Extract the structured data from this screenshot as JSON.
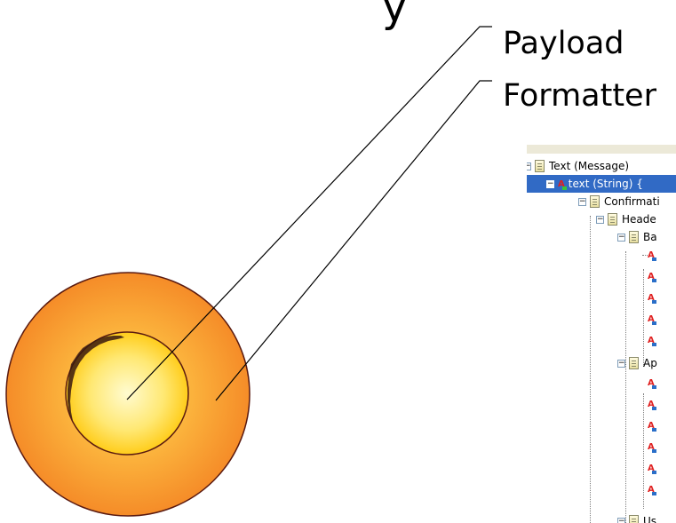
{
  "title_fragment": "y",
  "labels": {
    "payload": "Payload",
    "formatter": "Formatter"
  },
  "colors": {
    "outer_edge": "#f58c28",
    "outer_mid": "#fbb03b",
    "inner_center": "#fffbd0",
    "inner_edge": "#ffcc1a",
    "stroke": "#5a1a10",
    "selection": "#316ac5"
  },
  "tree": {
    "rows": [
      {
        "text": "Text (Message)",
        "icon": "document-icon"
      },
      {
        "text": "text (String) {",
        "icon": "attribute-icon",
        "selected": true
      },
      {
        "text": "Confirmati",
        "icon": "document-icon"
      },
      {
        "text": "Heade",
        "icon": "document-icon"
      },
      {
        "text": "Ba",
        "icon": "document-icon"
      },
      {
        "text": "",
        "icon": "attribute-icon"
      },
      {
        "text": "",
        "icon": "attribute-icon"
      },
      {
        "text": "",
        "icon": "attribute-icon"
      },
      {
        "text": "",
        "icon": "attribute-icon"
      },
      {
        "text": "",
        "icon": "attribute-icon"
      },
      {
        "text": "Ap",
        "icon": "document-icon"
      },
      {
        "text": "",
        "icon": "attribute-icon"
      },
      {
        "text": "",
        "icon": "attribute-icon"
      },
      {
        "text": "",
        "icon": "attribute-icon"
      },
      {
        "text": "",
        "icon": "attribute-icon"
      },
      {
        "text": "",
        "icon": "attribute-icon"
      },
      {
        "text": "",
        "icon": "attribute-icon"
      },
      {
        "text": "Us",
        "icon": "document-icon"
      }
    ]
  }
}
